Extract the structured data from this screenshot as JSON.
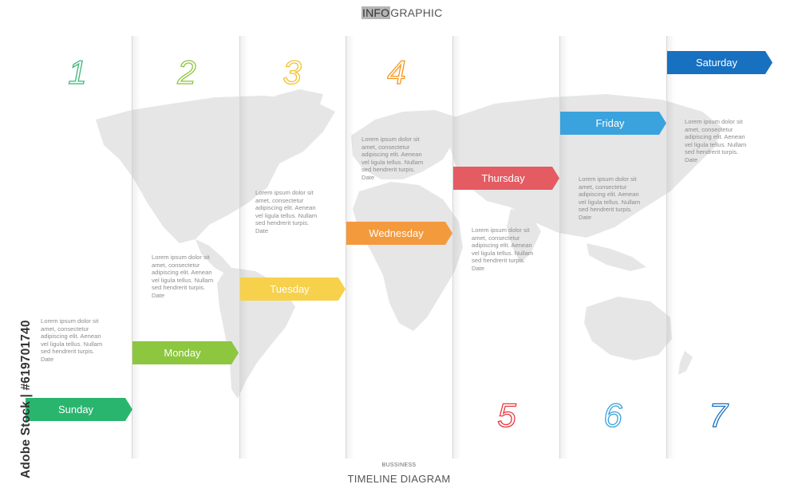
{
  "header": {
    "title_highlight": "INFO",
    "title_rest": "GRAPHIC"
  },
  "footer": {
    "small": "BUSSINESS",
    "main": "TIMELINE DIAGRAM"
  },
  "watermark": {
    "side_text": "Adobe Stock | #619701740"
  },
  "steps": [
    {
      "number": "1",
      "day": "Sunday",
      "color": "#2ab56f",
      "number_color": "#3cb878",
      "text": "Lorem ipsum dolor sit\namet, consectetur\nadipiscing elit. Aenean\nvel ligula tellus. Nullam\nsed hendrerit turpis.\nDate"
    },
    {
      "number": "2",
      "day": "Monday",
      "color": "#8dc63f",
      "number_color": "#8dc63f",
      "text": "Lorem ipsum dolor sit\namet, consectetur\nadipiscing elit. Aenean\nvel ligula tellus. Nullam\nsed hendrerit turpis.\nDate"
    },
    {
      "number": "3",
      "day": "Tuesday",
      "color": "#f7d14c",
      "number_color": "#f2c12e",
      "text": "Lorem ipsum dolor sit\namet, consectetur\nadipiscing elit. Aenean\nvel ligula tellus. Nullam\nsed hendrerit turpis.\nDate"
    },
    {
      "number": "4",
      "day": "Wednesday",
      "color": "#f39a3d",
      "number_color": "#f7941d",
      "text": "Lorem ipsum dolor sit\namet, consectetur\nadipiscing elit. Aenean\nvel ligula tellus. Nullam\nsed hendrerit turpis.\nDate"
    },
    {
      "number": "5",
      "day": "Thursday",
      "color": "#e45b62",
      "number_color": "#e8373f",
      "text": "Lorem ipsum dolor sit\namet, consectetur\nadipiscing elit. Aenean\nvel ligula tellus. Nullam\nsed hendrerit turpis.\nDate"
    },
    {
      "number": "6",
      "day": "Friday",
      "color": "#3aa3dd",
      "number_color": "#3aa3dd",
      "text": "Lorem ipsum dolor sit\namet, consectetur\nadipiscing elit. Aenean\nvel ligula tellus. Nullam\nsed hendrerit turpis.\nDate"
    },
    {
      "number": "7",
      "day": "Saturday",
      "color": "#1770c0",
      "number_color": "#1770c0",
      "text": "Lorem ipsum dolor sit\namet, consectetur\nadipiscing elit. Aenean\nvel ligula tellus. Nullam\nsed hendrerit turpis.\nDate"
    }
  ]
}
